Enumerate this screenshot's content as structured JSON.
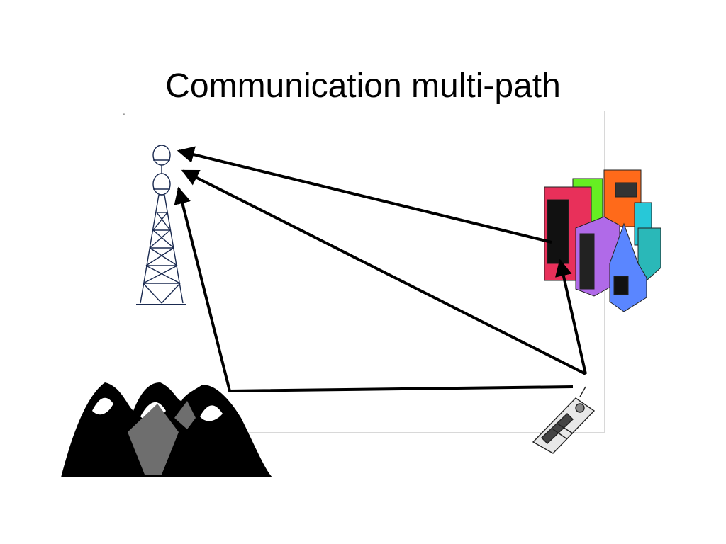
{
  "slide": {
    "title": "Communication multi-path"
  },
  "diagram": {
    "nodes": [
      {
        "id": "tower",
        "icon": "transmission-tower-icon"
      },
      {
        "id": "buildings",
        "icon": "city-buildings-icon"
      },
      {
        "id": "phone",
        "icon": "mobile-phone-icon"
      },
      {
        "id": "mountains",
        "icon": "mountains-icon"
      }
    ],
    "paths": [
      {
        "from": "buildings",
        "to": "tower"
      },
      {
        "from": "phone",
        "to": "tower"
      },
      {
        "from": "mountains",
        "to": "tower"
      },
      {
        "from": "phone",
        "to": "buildings"
      },
      {
        "from": "phone",
        "to": "mountains"
      }
    ],
    "colors": {
      "arrow": "#000000",
      "building_red": "#e8305a",
      "building_green": "#66ee22",
      "building_orange": "#ff6a1a",
      "building_purple": "#b06ae8",
      "building_blue": "#5a86ff",
      "building_cyan": "#27c8d8",
      "mountain_gray": "#6e6e6e"
    }
  }
}
